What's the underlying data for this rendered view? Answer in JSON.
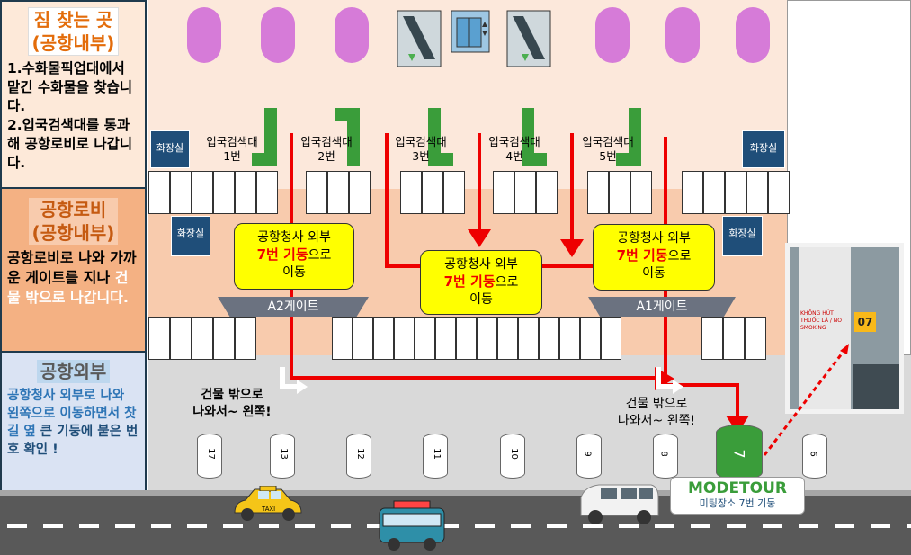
{
  "panel_find": {
    "title": "짐 찾는 곳\n(공항내부)",
    "title_line1": "짐 찾는 곳",
    "title_line2": "(공항내부)",
    "text1": "1.수화물픽업대에서 맡긴 수화물을 찾습니다.",
    "text2": "2.입국검색대를 통과해 공항로비로 나갑니다."
  },
  "panel_lobby": {
    "title_line1": "공항로비",
    "title_line2": "(공항내부)",
    "text_a": "공항로비로 나와 가까운 게이트를 지나 ",
    "text_b": "건물 밖으로 나갑니다."
  },
  "panel_outside": {
    "title": "공항외부",
    "text_a": "공항청사 외부로 나와 왼쪽으로 이동하면서 찻길 옆 ",
    "text_b": "큰 기둥에 붙은 번호 확인 !"
  },
  "checkpoints": [
    {
      "line1": "입국검색대",
      "line2": "1번"
    },
    {
      "line1": "입국검색대",
      "line2": "2번"
    },
    {
      "line1": "입국검색대",
      "line2": "3번"
    },
    {
      "line1": "입국검색대",
      "line2": "4번"
    },
    {
      "line1": "입국검색대",
      "line2": "5번"
    }
  ],
  "restroom": "화장실",
  "sign": {
    "line1": "공항청사 외부",
    "highlight": "7번 기둥",
    "line2_suffix": "으로",
    "line3": "이동"
  },
  "gates": {
    "a2": "A2게이트",
    "a1": "A1게이트"
  },
  "walk_out": {
    "line1": "건물 밖으로",
    "line2": "나와서~ 왼쪽!"
  },
  "pillars": [
    "17",
    "13",
    "12",
    "11",
    "10",
    "9",
    "8",
    "7",
    "6"
  ],
  "taxi_text": "TAXI",
  "modetour": {
    "brand": "MODETOUR",
    "sub": "미팅장소 7번 기둥"
  },
  "photo": {
    "pillar_label": "07",
    "sign_text": "KHÔNG HÚT THUỐC LÁ / NO SMOKING"
  },
  "colors": {
    "red_path": "#e00000",
    "sign_yellow": "#ffff00",
    "lamp": "#d67bd8",
    "pillar_green": "#3a9d3a"
  }
}
